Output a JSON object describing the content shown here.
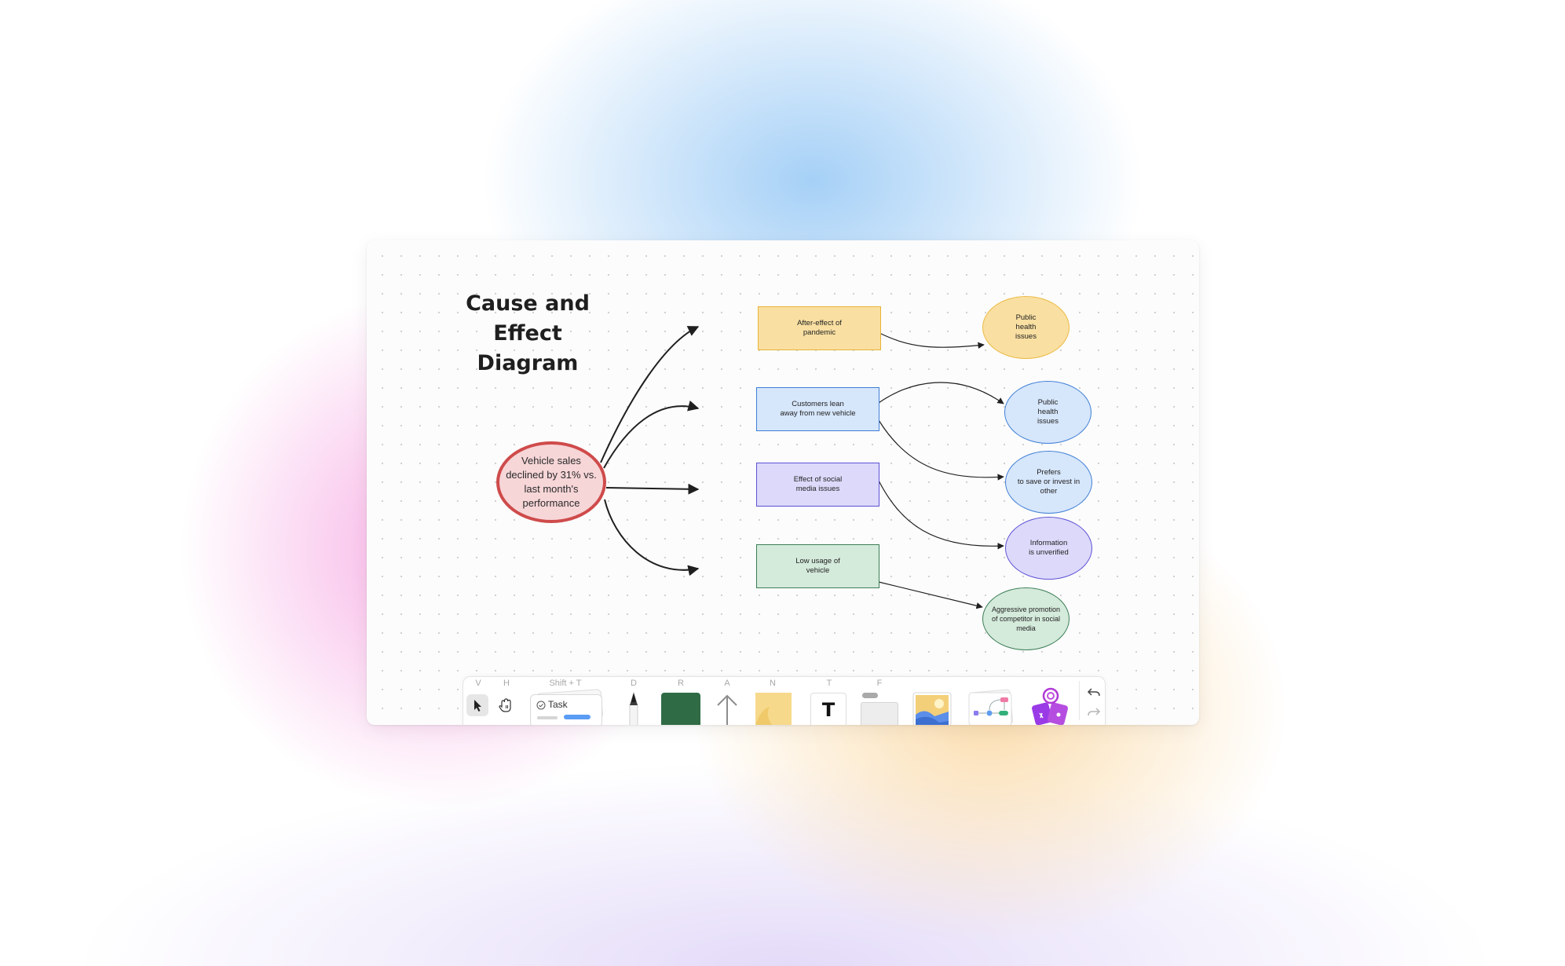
{
  "diagram": {
    "title_line1": "Cause and Effect",
    "title_line2": "Diagram",
    "root": "Vehicle sales\ndeclined by 31% vs.\nlast month's\nperformance",
    "causes": [
      {
        "label": "After-effect of\npandemic",
        "fill": "#f9dfa1",
        "stroke": "#e9b437"
      },
      {
        "label": "Customers lean\naway from new vehicle",
        "fill": "#d6e6fb",
        "stroke": "#3f7fd6"
      },
      {
        "label": "Effect of social\nmedia issues",
        "fill": "#dcd9fa",
        "stroke": "#5e52d6"
      },
      {
        "label": "Low usage of\nvehicle",
        "fill": "#d4eadb",
        "stroke": "#3b7d55"
      }
    ],
    "effects": [
      {
        "label": "Public\nhealth\nissues",
        "fill": "#f9dfa1",
        "stroke": "#ebba45"
      },
      {
        "label": "Public\nhealth\nissues",
        "fill": "#d6e6fb",
        "stroke": "#3f7fd6"
      },
      {
        "label": "Prefers\nto save or invest in\nother",
        "fill": "#d6e6fb",
        "stroke": "#3f7fd6"
      },
      {
        "label": "Information\nis unverified",
        "fill": "#dcd9fa",
        "stroke": "#5e52d6"
      },
      {
        "label": "Aggressive promotion\nof competitor in social\nmedia",
        "fill": "#d4eadb",
        "stroke": "#3b7d55"
      }
    ],
    "root_fill": "#f7d6d8",
    "root_stroke": "#cf4b4b"
  },
  "toolbar": {
    "shortcuts": {
      "select": "V",
      "hand": "H",
      "task": "Shift + T",
      "draw": "D",
      "rectangle": "R",
      "arrow": "A",
      "note": "N",
      "text": "T",
      "frame": "F"
    },
    "task_label": "Task",
    "text_glyph": "T",
    "icons": [
      "cursor-icon",
      "hand-icon",
      "task-card-icon",
      "pen-icon",
      "rectangle-shape-icon",
      "arrow-icon",
      "sticky-note-icon",
      "text-icon",
      "frame-icon",
      "image-icon",
      "flowchart-template-icon",
      "ai-assistant-icon",
      "undo-icon",
      "redo-icon"
    ],
    "rectangle_color": "#2f6b45",
    "note_color": "#f7d98b"
  }
}
